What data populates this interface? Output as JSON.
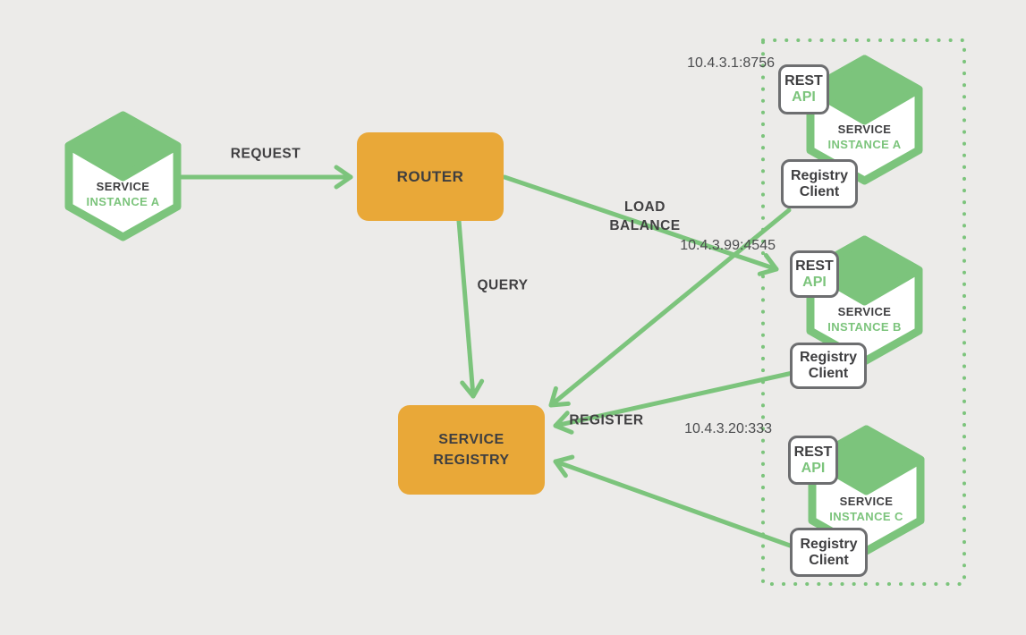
{
  "colors": {
    "background": "#ECEBE9",
    "green": "#7CC47C",
    "orange": "#E9A838",
    "dark_text": "#3E3E40",
    "label_text": "#414042",
    "ip_text": "#4B4C4E",
    "box_border": "#6D6E70"
  },
  "client_node": {
    "line1": "SERVICE",
    "line2": "INSTANCE A"
  },
  "router": {
    "label": "ROUTER"
  },
  "registry": {
    "line1": "SERVICE",
    "line2": "REGISTRY"
  },
  "edges": {
    "request": "REQUEST",
    "query": "QUERY",
    "load_balance_line1": "LOAD",
    "load_balance_line2": "BALANCE",
    "register": "REGISTER"
  },
  "instances": [
    {
      "ip": "10.4.3.1:8756",
      "hex_line1": "SERVICE",
      "hex_line2": "INSTANCE A",
      "rest_line1": "REST",
      "rest_line2": "API",
      "client_line1": "Registry",
      "client_line2": "Client"
    },
    {
      "ip": "10.4.3.99:4545",
      "hex_line1": "SERVICE",
      "hex_line2": "INSTANCE B",
      "rest_line1": "REST",
      "rest_line2": "API",
      "client_line1": "Registry",
      "client_line2": "Client"
    },
    {
      "ip": "10.4.3.20:333",
      "hex_line1": "SERVICE",
      "hex_line2": "INSTANCE C",
      "rest_line1": "REST",
      "rest_line2": "API",
      "client_line1": "Registry",
      "client_line2": "Client"
    }
  ]
}
